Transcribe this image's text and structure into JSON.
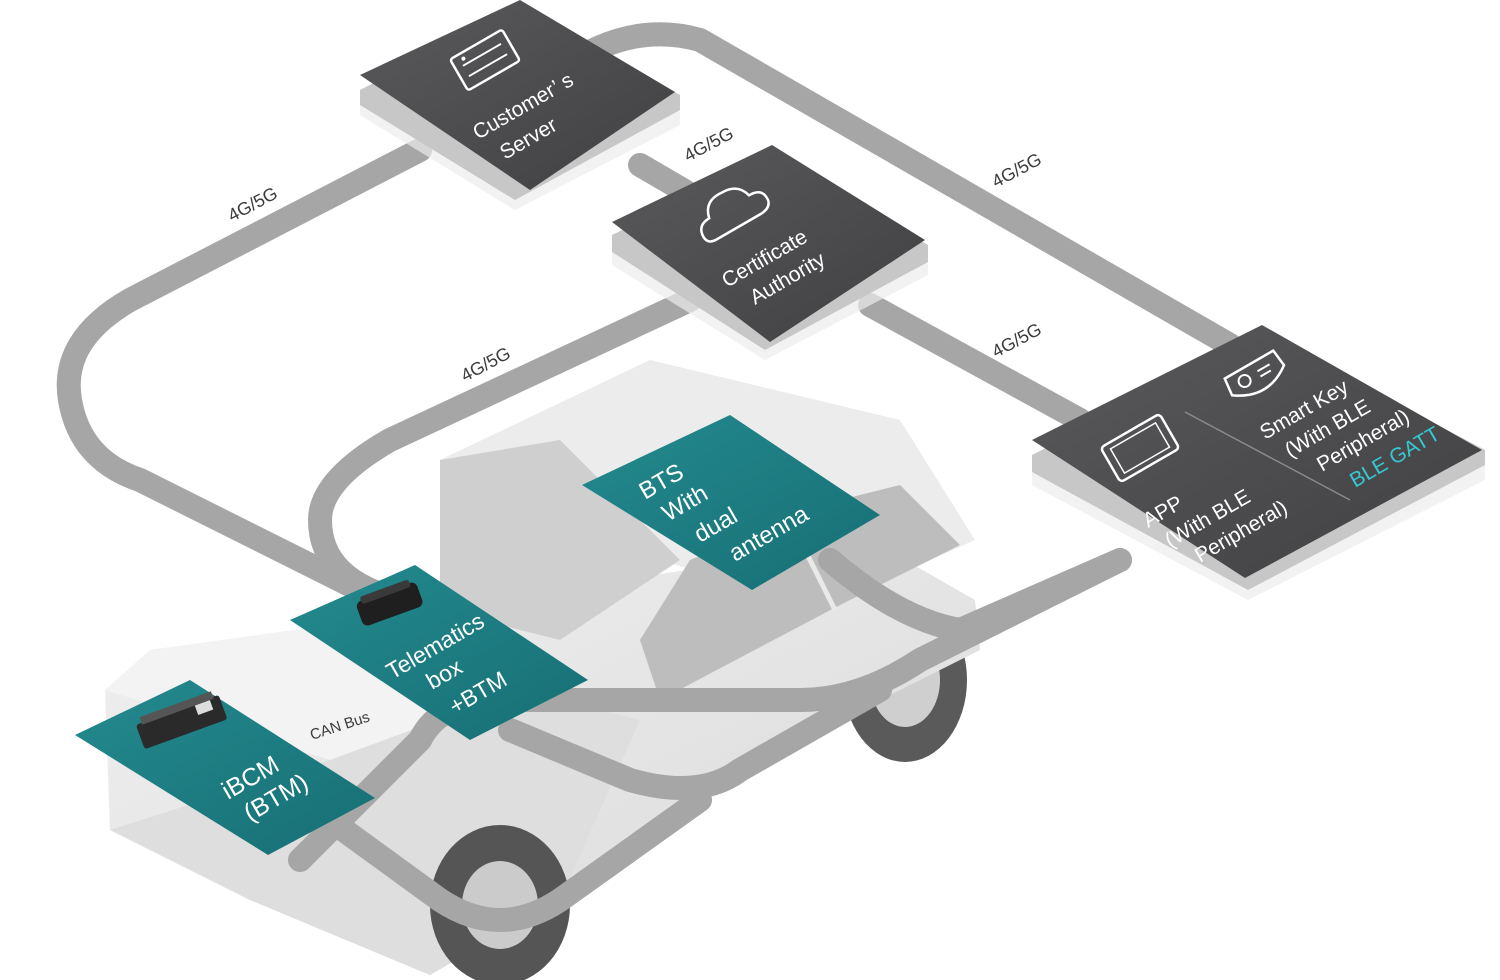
{
  "colors": {
    "dark_node": "#4a4a4c",
    "teal_node": "#1c7b80",
    "connector": "#a6a6a6",
    "ble_accent": "#35c8cf",
    "car_body": "#e7e7e7"
  },
  "icons": {
    "server": "server-rack-icon",
    "ca": "cloud-icon",
    "app": "tablet-icon",
    "smart_key": "key-fob-icon",
    "telematics": "telematics-box-icon",
    "ibcm": "ibcm-module-icon"
  },
  "nodes": {
    "server": {
      "line1": "Customer’ s",
      "line2": "Server"
    },
    "ca": {
      "line1": "Certificate",
      "line2": "Authority"
    },
    "app": {
      "line1": "APP",
      "line2": "(With BLE",
      "line3": "Peripheral)"
    },
    "smart_key": {
      "line1": "Smart Key",
      "line2": "(With BLE",
      "line3": "Peripheral)",
      "line4": "BLE GATT"
    },
    "bts": {
      "line1": "BTS",
      "line2": "With",
      "line3": "dual",
      "line4": "antenna"
    },
    "telematics": {
      "line1": "Telematics",
      "line2": "box",
      "line3": "+BTM"
    },
    "ibcm": {
      "line1": "iBCM",
      "line2": "(BTM)"
    }
  },
  "links": {
    "server_telematics": "4G/5G",
    "server_ca": "4G/5G",
    "server_phone": "4G/5G",
    "ca_telematics": "4G/5G",
    "ca_app": "4G/5G",
    "can_bus": "CAN Bus"
  }
}
